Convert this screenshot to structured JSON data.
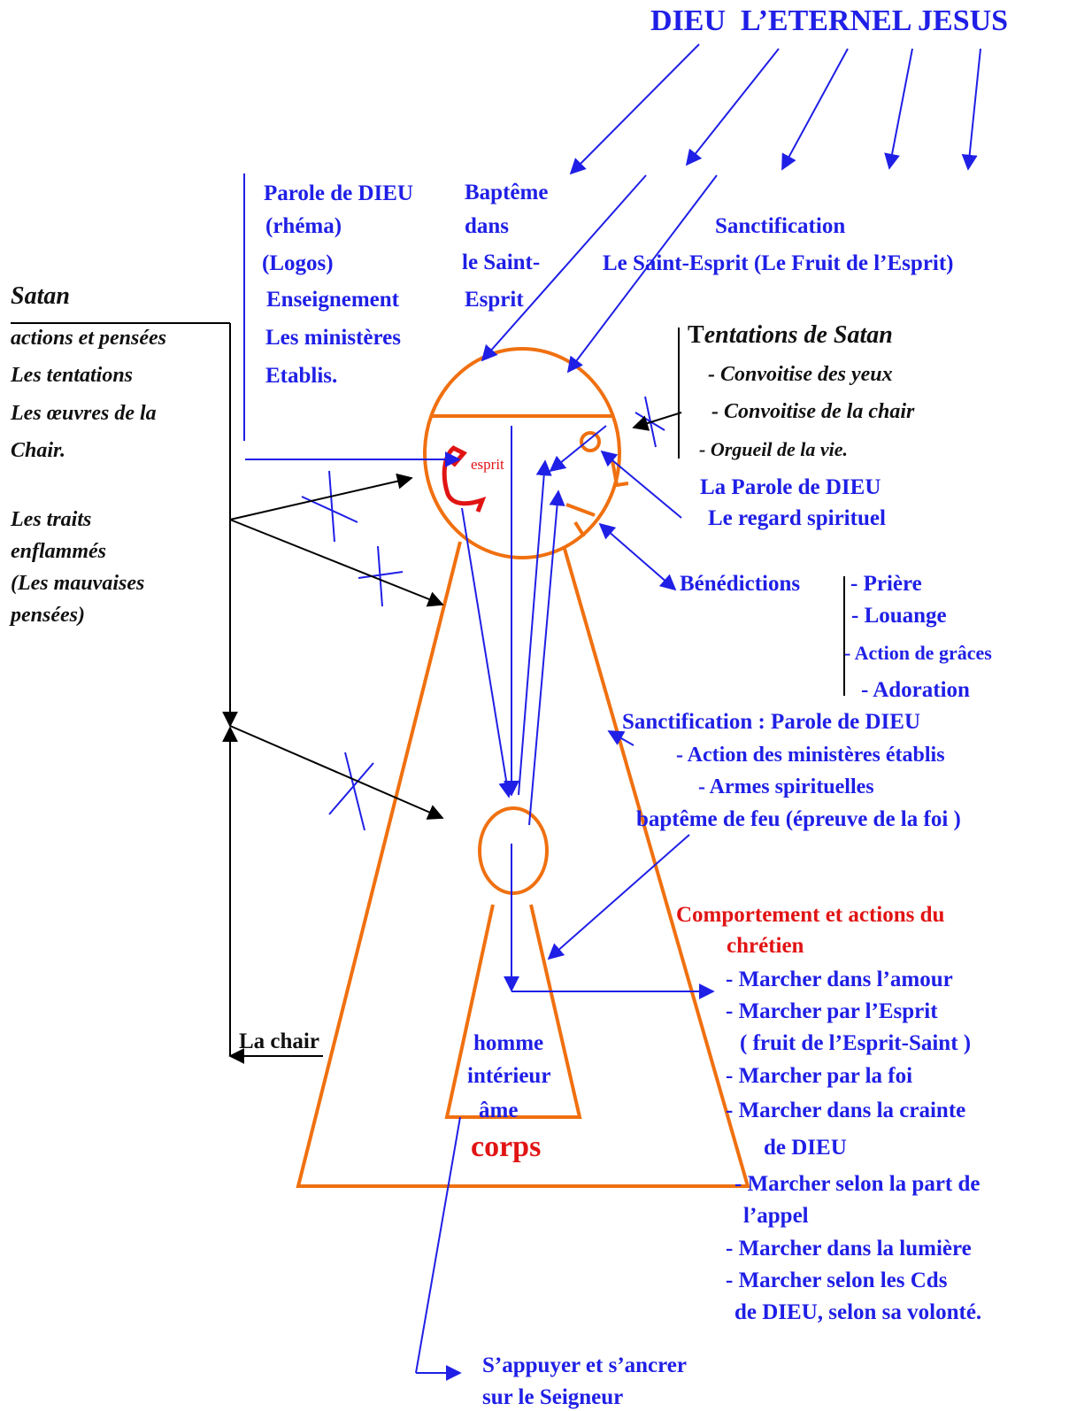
{
  "top_title": "DIEU  L’ETERNEL JESUS",
  "parole_block": [
    "Parole de DIEU",
    "(rhéma)",
    "(Logos)",
    "Enseignement",
    "Les ministères",
    "Etablis."
  ],
  "bapteme_block": [
    "Baptême",
    "dans",
    "le Saint-",
    "Esprit"
  ],
  "sanctification_top": [
    "Sanctification",
    "Le Saint-Esprit (Le Fruit de l’Esprit)"
  ],
  "satan_title": "Satan",
  "satan_block": [
    "actions et pensées",
    "Les tentations",
    "Les œuvres de la",
    "Chair."
  ],
  "traits_block": [
    "Les traits",
    "enflammés",
    "(Les mauvaises",
    "pensées)"
  ],
  "tentations": {
    "title_first": "T",
    "title_rest": "entations de Satan",
    "items": [
      "- Convoitise des yeux",
      "- Convoitise de la chair",
      "- Orgueil de la vie."
    ]
  },
  "esprit_label": "esprit",
  "regard_block": [
    "La Parole de DIEU",
    "Le regard spirituel"
  ],
  "benedictions": {
    "title": "Bénédictions",
    "items": [
      "- Prière",
      "- Louange",
      "- Action de grâces",
      "- Adoration"
    ]
  },
  "sanctification_block": [
    "Sanctification : Parole de DIEU",
    "- Action des ministères  établis",
    "- Armes spirituelles",
    "baptême de feu (épreuve de la foi )"
  ],
  "comportement_title": [
    "Comportement et actions du",
    "chrétien"
  ],
  "comportement_items": [
    "- Marcher dans l’amour",
    "- Marcher par l’Esprit",
    "( fruit de l’Esprit-Saint )",
    "- Marcher par la foi",
    "- Marcher dans la crainte",
    "de  DIEU",
    "- Marcher selon la part de",
    "l’appel",
    "- Marcher dans la lumière",
    "- Marcher selon les Cds",
    "de DIEU, selon sa volonté."
  ],
  "chair_label": "La chair",
  "homme_block": [
    "homme",
    "intérieur",
    "âme"
  ],
  "corps_label": "corps",
  "appuyer_block": [
    "S’appuyer et s’ancrer",
    "sur le Seigneur"
  ],
  "colors": {
    "blue": "#1f1fe6",
    "orange": "#f07010",
    "red": "#e11414",
    "black": "#111111"
  }
}
